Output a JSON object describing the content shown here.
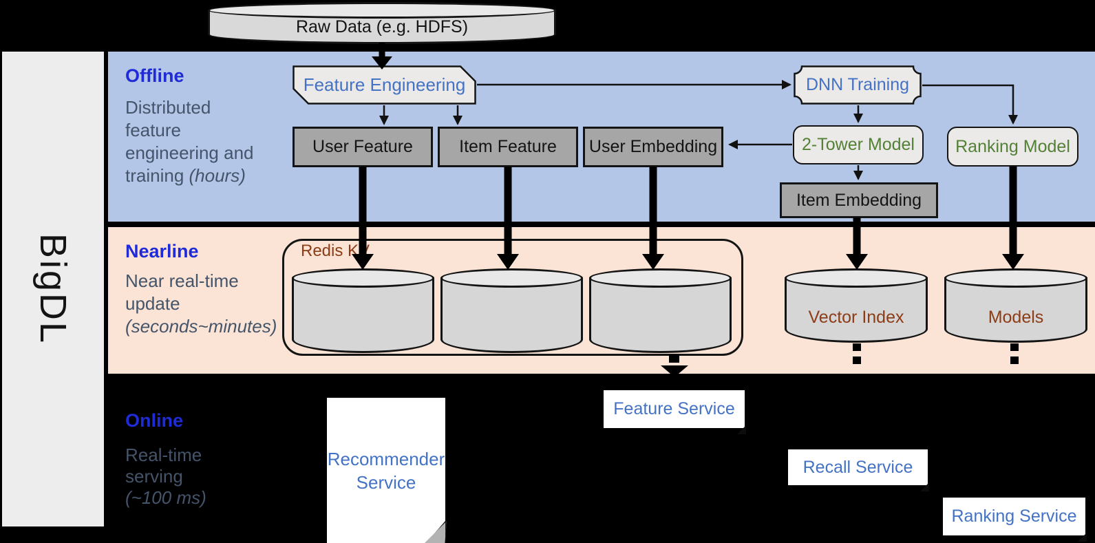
{
  "sidebar": {
    "label": "BigDL"
  },
  "raw_data": {
    "label": "Raw Data (e.g. HDFS)"
  },
  "sections": {
    "offline": {
      "label": "Offline",
      "desc_line1": "Distributed",
      "desc_line2": "feature",
      "desc_line3": "engineering and",
      "desc_line4_plain": "training ",
      "desc_line4_italic": "(hours)"
    },
    "nearline": {
      "label": "Nearline",
      "desc_line1": "Near real-time",
      "desc_line2": "update",
      "desc_line3_italic": "(seconds~minutes)"
    },
    "online": {
      "label": "Online",
      "desc_line1": "Real-time",
      "desc_line2": "serving",
      "desc_line3_italic": "(~100 ms)"
    }
  },
  "nodes": {
    "feature_engineering": "Feature Engineering",
    "user_feature": "User Feature",
    "item_feature": "Item Feature",
    "user_embedding": "User Embedding",
    "dnn_training": "DNN Training",
    "two_tower_model": "2-Tower Model",
    "ranking_model": "Ranking Model",
    "item_embedding": "Item Embedding",
    "redis_kv": "Redis KV",
    "vector_index": "Vector Index",
    "models": "Models",
    "recommender_service": "Recommender Service",
    "feature_service": "Feature Service",
    "recall_service": "Recall Service",
    "ranking_service": "Ranking Service"
  },
  "colors": {
    "offline_band": "#B4C6E7",
    "nearline_band": "#FBE4D5",
    "online_background": "#000000",
    "section_label_blue": "#1E2BD6",
    "section_description": "#44546A",
    "process_text_blue": "#4472C4",
    "model_text_green": "#538135",
    "storage_text_rust": "#8C3C16",
    "gray_node_fill": "#A6A6A6",
    "light_node_fill": "#ECEAE9",
    "cylinder_fill": "#D6D6D6",
    "service_fill": "#FFFFFF",
    "sidebar_fill": "#EDEDED"
  }
}
